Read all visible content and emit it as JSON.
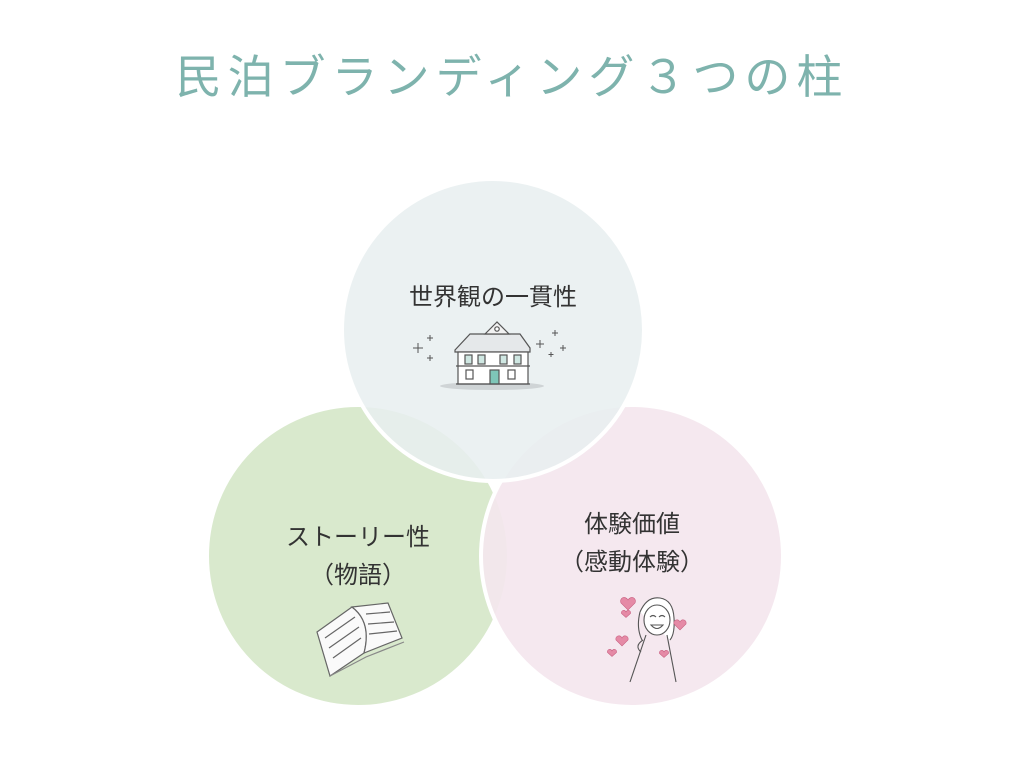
{
  "title": "民泊ブランディング３つの柱",
  "circles": {
    "top": {
      "label": "世界観の一貫性",
      "icon": "house-icon",
      "color": "#e7eef0"
    },
    "left": {
      "line1": "ストーリー性",
      "line2": "（物語）",
      "icon": "open-book-icon",
      "color": "#d9e9cd"
    },
    "right": {
      "line1": "体験価値",
      "line2": "（感動体験）",
      "icon": "happy-girl-icon",
      "color": "#f4e6ee"
    }
  }
}
